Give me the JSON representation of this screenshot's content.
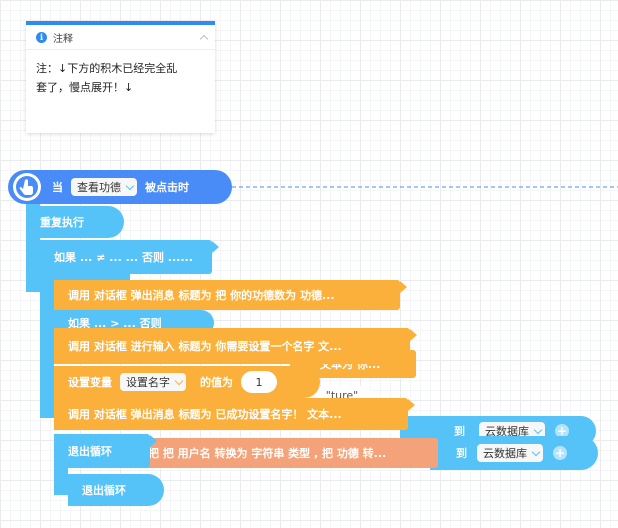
{
  "comment": {
    "title": "注释",
    "text": "注：↓下方的积木已经完全乱\n套了，慢点展开！↓"
  },
  "hat": {
    "prefix": "当",
    "dropdown": "查看功德",
    "suffix": "被点击时"
  },
  "blocks": {
    "repeat": "重复执行",
    "if_else": "如果 ... ≠ ... ... 否则 ......",
    "dialog_msg": "调用 对话框 弹出消息 标题为 把 你的功德数为 功德...",
    "hidden_if_1": "如果 ... > ... 否则",
    "dialog_input": "调用 对话框 进行输入 标题为 你需要设置一个名字 文...",
    "hidden_text": "文本为 你...",
    "set_var_prefix": "设置变量",
    "set_var_dropdown": "设置名字",
    "set_var_mid": "的值为",
    "set_var_value": "1",
    "hidden_ture": "\"ture\"",
    "dialog_success": "调用 对话框 弹出消息 标题为 已成功设置名字！ 文本...",
    "hidden_to": "到",
    "hidden_db": "云数据库",
    "exit_loop_1": "退出循环",
    "convert": "把 把 用户名 转换为 字符串 类型 , 把 功德 转...",
    "to": "到",
    "db": "云数据库",
    "exit_loop_2": "退出循环"
  },
  "colors": {
    "control": "#56c3f8",
    "event": "#4a8cf7",
    "dialog": "#fbb03b",
    "convert": "#f4a27a",
    "comment_accent": "#2e8cf0"
  }
}
